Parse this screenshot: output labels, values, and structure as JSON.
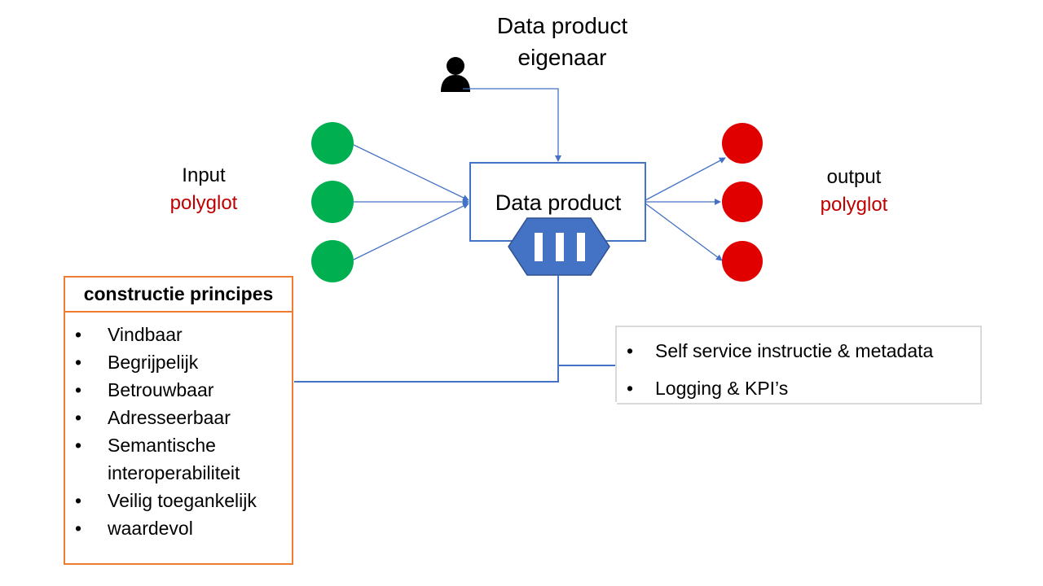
{
  "owner": {
    "line1": "Data product",
    "line2": "eigenaar"
  },
  "input": {
    "label": "Input",
    "sublabel": "polyglot"
  },
  "output": {
    "label": "output",
    "sublabel": "polyglot"
  },
  "data_product": {
    "title": "Data product"
  },
  "principles": {
    "title": "constructie principes",
    "items": [
      "Vindbaar",
      "Begrijpelijk",
      "Betrouwbaar",
      "Adresseerbaar",
      "Semantische interoperabiliteit",
      "Veilig toegankelijk",
      "waardevol"
    ]
  },
  "services": {
    "items": [
      "Self service instructie & metadata",
      "Logging & KPI’s"
    ]
  },
  "colors": {
    "input_node": "#00b050",
    "output_node": "#e00000",
    "connector": "#4472c4",
    "port": "#4472c4",
    "principles_border": "#ed7d31",
    "accent_text": "#c00000"
  }
}
